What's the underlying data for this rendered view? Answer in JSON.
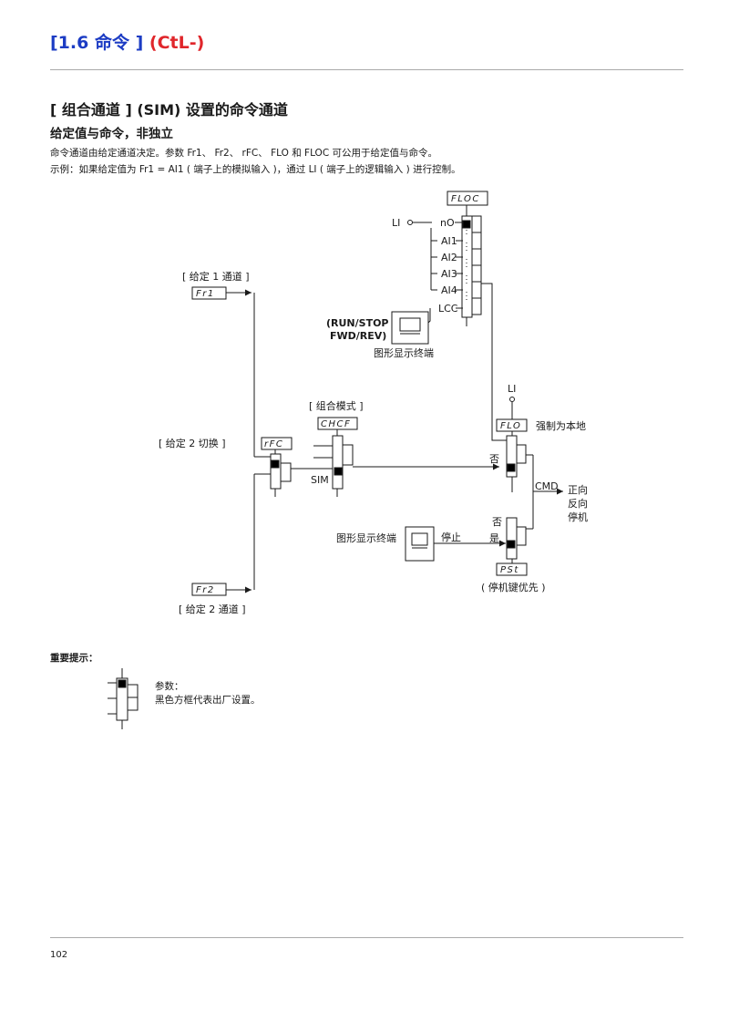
{
  "header": {
    "section": "[1.6 命令 ]",
    "code": "(CtL-)"
  },
  "section_title": "[ 组合通道 ] (SIM) 设置的命令通道",
  "subtitle": "给定值与命令，非独立",
  "paragraphs": [
    "命令通道由给定通道决定。参数 Fr1、 Fr2、 rFC、 FLO 和 FLOC 可公用于给定值与命令。",
    "示例：如果给定值为 Fr1 = AI1 ( 端子上的模拟输入 )，通过 LI ( 端子上的逻辑输入 ) 进行控制。"
  ],
  "diagram": {
    "floc_code": "FLOC",
    "floc_li": "LI",
    "floc_inputs": [
      "nO",
      "AI1",
      "AI2",
      "AI3",
      "AI4",
      "LCC"
    ],
    "run_stop": "(RUN/STOP",
    "fwd_rev": "FWD/REV)",
    "terminal_top": "图形显示终端",
    "fr1_label": "[ 给定 1 通道 ]",
    "fr1_code": "Fr1",
    "fr2_label": "[ 给定 2 通道 ]",
    "fr2_code": "Fr2",
    "rfc_label": "[ 给定 2 切换 ]",
    "rfc_code": "rFC",
    "chcf_label": "[ 组合模式 ]",
    "chcf_code": "CHCF",
    "sim": "SIM",
    "flo_li": "LI",
    "flo_code": "FLO",
    "forced_local": "强制为本地",
    "no_1": "否",
    "cmd": "CMD",
    "outputs": [
      "正向",
      "反向",
      "停机"
    ],
    "no_2": "否",
    "yes": "是",
    "terminal_bottom": "图形显示终端",
    "stop": "停止",
    "pst_code": "PSt",
    "stop_priority": "( 停机键优先 )"
  },
  "note": {
    "title": "重要提示：",
    "line1": "参数：",
    "line2": "黑色方框代表出厂设置。"
  },
  "page_number": "102"
}
